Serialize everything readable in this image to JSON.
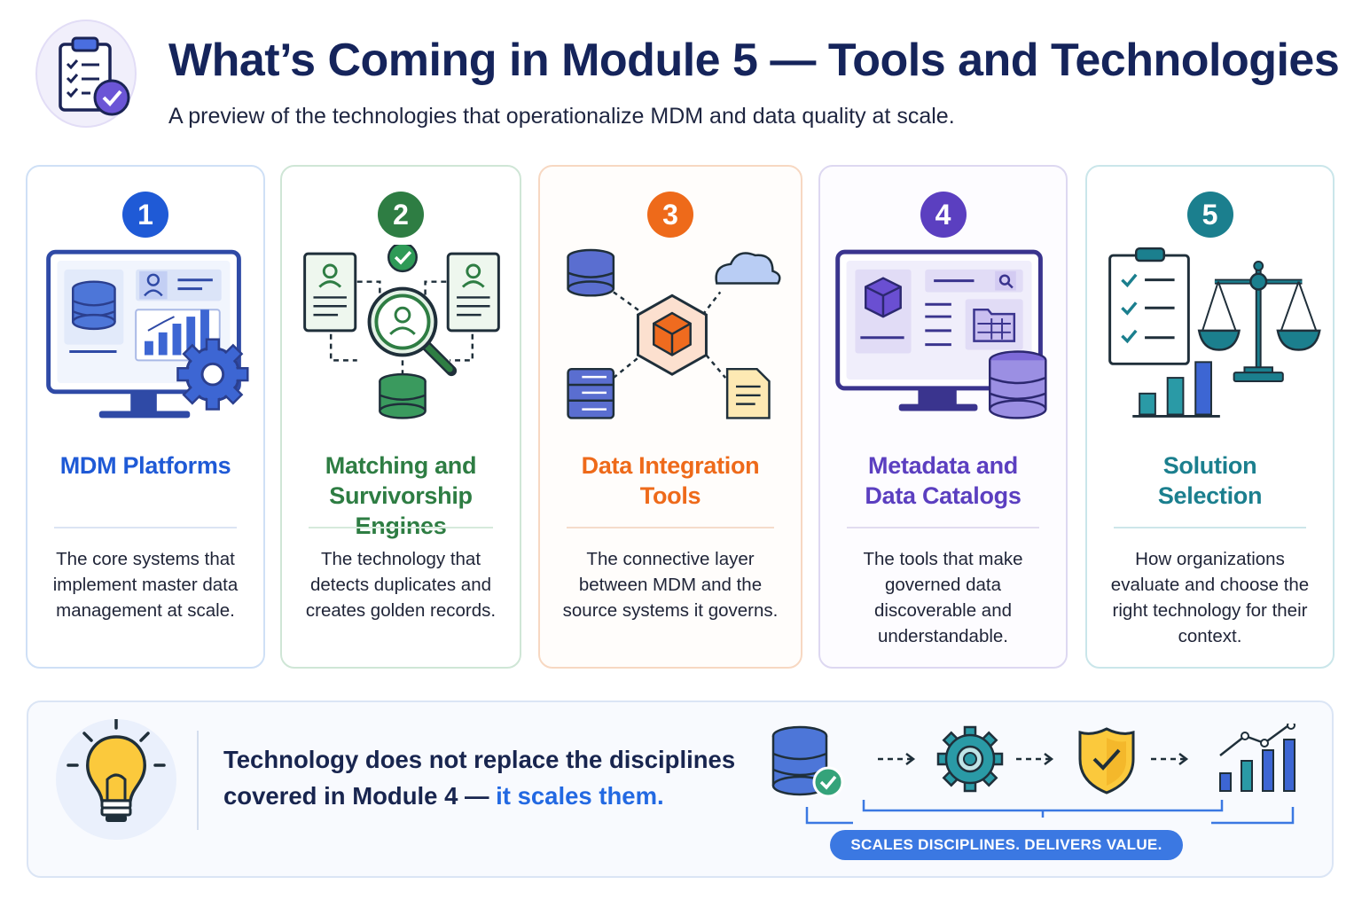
{
  "header": {
    "title": "What’s Coming in Module 5 — Tools and Technologies",
    "subtitle": "A preview of the technologies that operationalize MDM and data quality at scale.",
    "icon": "clipboard-checklist-icon"
  },
  "cards": [
    {
      "number": "1",
      "title_line1": "MDM Platforms",
      "title_line2": "",
      "description": "The core systems that implement master data management at scale.",
      "accent": "#1f5ad6",
      "border": "#cfe0f6",
      "icon": "monitor-database-gear-icon"
    },
    {
      "number": "2",
      "title_line1": "Matching and",
      "title_line2": "Survivorship Engines",
      "description": "The technology that detects duplicates and creates golden records.",
      "accent": "#2e7d43",
      "border": "#cfe6d6",
      "icon": "magnifier-records-icon"
    },
    {
      "number": "3",
      "title_line1": "Data Integration",
      "title_line2": "Tools",
      "description": "The connective layer between MDM and the source systems it governs.",
      "accent": "#ee6a1a",
      "border": "#f7d8c2",
      "icon": "integration-hub-icon"
    },
    {
      "number": "4",
      "title_line1": "Metadata and",
      "title_line2": "Data Catalogs",
      "description": "The tools that make governed data discoverable and understandable.",
      "accent": "#5b3fc0",
      "border": "#ddd8f1",
      "icon": "catalog-monitor-icon"
    },
    {
      "number": "5",
      "title_line1": "Solution",
      "title_line2": "Selection",
      "description": "How organizations evaluate and choose the right technology for their context.",
      "accent": "#1b7f8e",
      "border": "#cae6ea",
      "icon": "checklist-scale-icon"
    }
  ],
  "footer": {
    "text_line1": "Technology does not replace the disciplines",
    "text_line2_prefix": "covered in Module 4 — ",
    "text_line2_accent": "it scales them.",
    "pill": "SCALES DISCIPLINES. DELIVERS VALUE.",
    "icons": [
      "lightbulb-icon",
      "database-check-icon",
      "gear-icon",
      "shield-check-icon",
      "growth-chart-icon"
    ]
  }
}
